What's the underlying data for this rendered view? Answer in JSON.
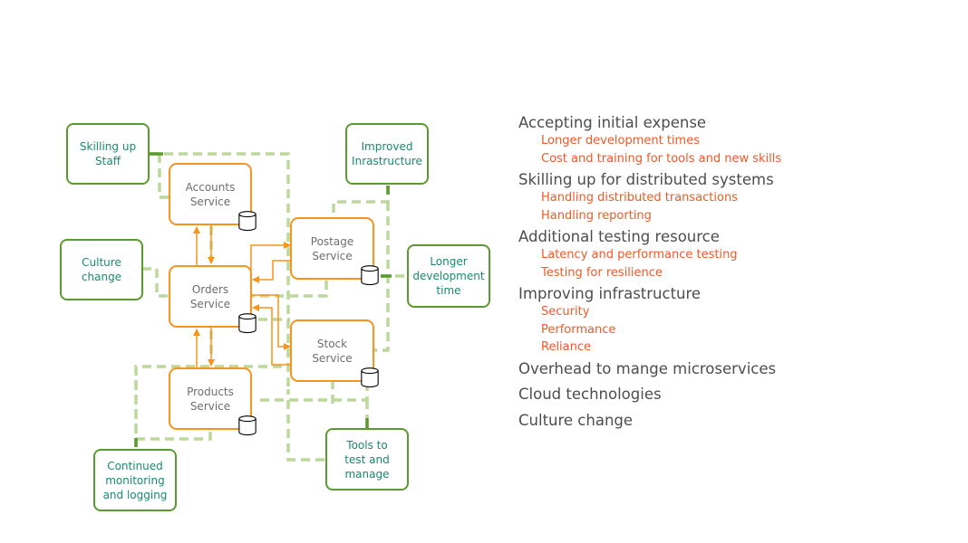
{
  "colors": {
    "green_border": "#5b9a2e",
    "green_text": "#1a8a6a",
    "dashed_line": "#bcd89b",
    "orange": "#f7941d",
    "service_text": "#6d6e71",
    "heading_text": "#4d4d4f",
    "sub_text": "#f05a28"
  },
  "diagram": {
    "concerns": [
      {
        "id": "skilling",
        "label": "Skilling up\nStaff"
      },
      {
        "id": "infra",
        "label": "Improved\nInrastructure"
      },
      {
        "id": "culture",
        "label": "Culture\nchange"
      },
      {
        "id": "longer",
        "label": "Longer\ndevelopment\ntime"
      },
      {
        "id": "monitoring",
        "label": "Continued\nmonitoring\nand logging"
      },
      {
        "id": "tools",
        "label": "Tools to\ntest and\nmanage"
      }
    ],
    "services": [
      {
        "id": "accounts",
        "label": "Accounts\nService",
        "icon": "database-icon"
      },
      {
        "id": "orders",
        "label": "Orders\nService",
        "icon": "database-icon"
      },
      {
        "id": "postage",
        "label": "Postage\nService",
        "icon": "database-icon"
      },
      {
        "id": "stock",
        "label": "Stock\nService",
        "icon": "database-icon"
      },
      {
        "id": "products",
        "label": "Products\nService",
        "icon": "database-icon"
      }
    ],
    "connections": [
      {
        "from": "orders",
        "to": "accounts"
      },
      {
        "from": "accounts",
        "to": "orders"
      },
      {
        "from": "orders",
        "to": "postage"
      },
      {
        "from": "postage",
        "to": "orders"
      },
      {
        "from": "orders",
        "to": "stock"
      },
      {
        "from": "stock",
        "to": "orders"
      },
      {
        "from": "orders",
        "to": "products"
      },
      {
        "from": "products",
        "to": "orders"
      }
    ]
  },
  "list": [
    {
      "heading": "Accepting initial expense",
      "items": [
        "Longer development times",
        "Cost and training for tools and new skills"
      ]
    },
    {
      "heading": "Skilling up for distributed systems",
      "items": [
        "Handling distributed transactions",
        "Handling reporting"
      ]
    },
    {
      "heading": "Additional testing resource",
      "items": [
        "Latency and performance testing",
        "Testing for resilience"
      ]
    },
    {
      "heading": "Improving infrastructure",
      "items": [
        "Security",
        "Performance",
        "Reliance"
      ]
    },
    {
      "heading": "Overhead to mange microservices",
      "items": []
    },
    {
      "heading": "Cloud technologies",
      "items": []
    },
    {
      "heading": "Culture change",
      "items": []
    }
  ]
}
